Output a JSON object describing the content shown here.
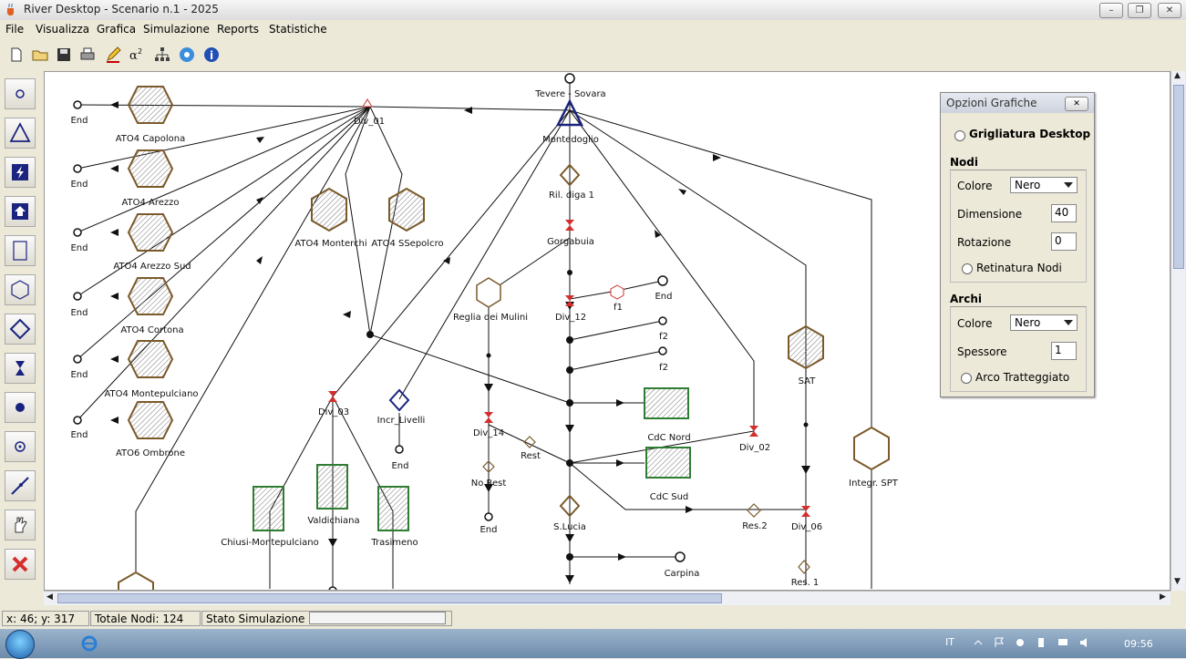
{
  "window": {
    "title": "River Desktop - Scenario n.1 - 2025",
    "min": "–",
    "max": "❐",
    "close": "✕"
  },
  "menu": [
    "File",
    "Visualizza",
    "Grafica",
    "Simulazione",
    "Reports",
    "Statistiche"
  ],
  "toolbar_icons": [
    "new-file-icon",
    "open-folder-icon",
    "save-icon",
    "print-icon",
    "pencil-icon",
    "formula-icon",
    "hierarchy-icon",
    "settings-gear-icon",
    "info-icon"
  ],
  "palette_icons": [
    "node-circle-icon",
    "triangle-node-icon",
    "lightning-node-icon",
    "house-node-icon",
    "rectangle-node-icon",
    "hexagon-node-icon",
    "diamond-node-icon",
    "hourglass-node-icon",
    "dot-node-icon",
    "ring-node-icon",
    "arc-tool-icon",
    "hand-tool-icon",
    "delete-icon"
  ],
  "diagram": {
    "labels": [
      "End",
      "ATO4 Capolona",
      "End",
      "ATO4 Arezzo",
      "End",
      "ATO4 Arezzo Sud",
      "End",
      "ATO4 Cortona",
      "End",
      "ATO4 Montepulciano",
      "End",
      "ATO6 Ombrone",
      "Div_01",
      "ATO4 Monterchi",
      "ATO4 SSepolcro",
      "Tevere - Sovara",
      "Montedoglio",
      "Ril. diga 1",
      "Gorgabuia",
      "Reglia dei Mulini",
      "Div_12",
      "f1",
      "End",
      "f2",
      "f2",
      "Div_03",
      "Incr_Livelli",
      "End",
      "Div_14",
      "Rest",
      "No Rest",
      "End",
      "CdC Nord",
      "Div_02",
      "CdC Sud",
      "S.Lucia",
      "Res.2",
      "Div_06",
      "Res. 1",
      "Carpina",
      "SAT",
      "Integr. SPT",
      "Chiusi-Montepulciano",
      "Valdichiana",
      "Trasimeno"
    ]
  },
  "options_panel": {
    "title": "Opzioni Grafiche",
    "close": "✕",
    "grid_label": "Grigliatura Desktop",
    "nodes_section": "Nodi",
    "nodes_color_label": "Colore",
    "nodes_color_value": "Nero",
    "size_label": "Dimensione",
    "size_value": "40",
    "rotation_label": "Rotazione",
    "rotation_value": "0",
    "hatch_label": "Retinatura Nodi",
    "arcs_section": "Archi",
    "arcs_color_label": "Colore",
    "arcs_color_value": "Nero",
    "thickness_label": "Spessore",
    "thickness_value": "1",
    "dashed_label": "Arco Tratteggiato"
  },
  "status": {
    "coords": "x: 46; y: 317",
    "total_nodes": "Totale Nodi: 124",
    "sim_state": "Stato Simulazione"
  },
  "taskbar": {
    "lang": "IT",
    "clock": "09:56"
  },
  "colors": {
    "node_brown": "#7a5a2a",
    "node_green": "#2f7d32",
    "node_blue": "#1a237e",
    "div_red": "#d32f2f"
  }
}
